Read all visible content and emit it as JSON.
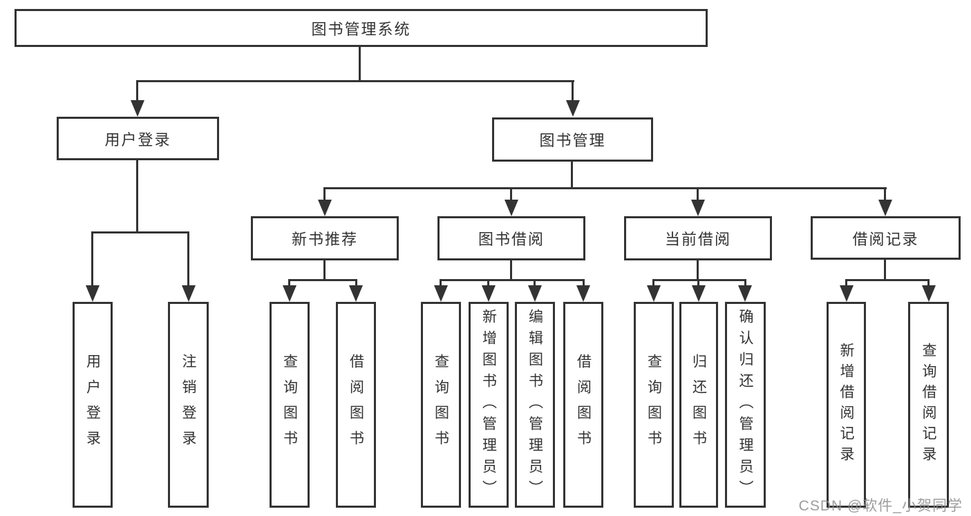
{
  "tree": {
    "root": {
      "label": "图书管理系统"
    },
    "branches": [
      {
        "label": "用户登录",
        "children": [
          {
            "label": "用户登录"
          },
          {
            "label": "注销登录"
          }
        ]
      },
      {
        "label": "图书管理",
        "groups": [
          {
            "label": "新书推荐",
            "children": [
              {
                "label": "查询图书"
              },
              {
                "label": "借阅图书"
              }
            ]
          },
          {
            "label": "图书借阅",
            "children": [
              {
                "label": "查询图书"
              },
              {
                "label": "新增图书（管理员）"
              },
              {
                "label": "编辑图书（管理员）"
              },
              {
                "label": "借阅图书"
              }
            ]
          },
          {
            "label": "当前借阅",
            "children": [
              {
                "label": "查询图书"
              },
              {
                "label": "归还图书"
              },
              {
                "label": "确认归还（管理员）"
              }
            ]
          },
          {
            "label": "借阅记录",
            "children": [
              {
                "label": "新增借阅记录"
              },
              {
                "label": "查询借阅记录"
              }
            ]
          }
        ]
      }
    ]
  },
  "colors": {
    "line": "#333333",
    "text": "#333333",
    "watermark": "#8c8c8c"
  },
  "watermark": {
    "text": "CSDN @软件_小贺同学"
  }
}
